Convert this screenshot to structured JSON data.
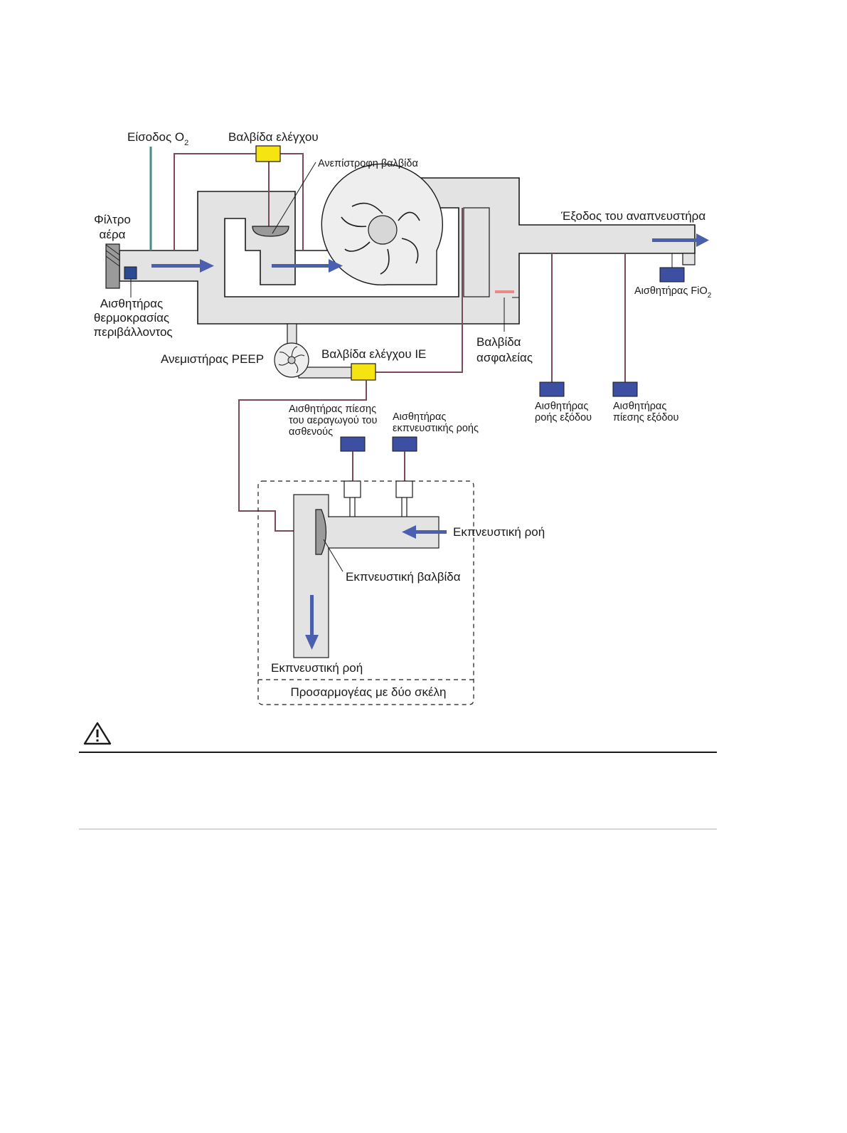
{
  "colors": {
    "duct": "#e3e3e3",
    "duct_edge": "#1a1a1a",
    "wire": "#7a4a55",
    "o2_line": "#4a8a8a",
    "arrow": "#4a5fae",
    "sensor": "#3c4fa3",
    "valve_yellow": "#f5e312",
    "safety_valve": "#e88a8a"
  },
  "labels": {
    "o2_inlet_text": "Είσοδος O",
    "o2_inlet_sub": "2",
    "control_valve": "Βαλβίδα ελέγχου",
    "check_valve": "Ανεπίστροφη βαλβίδα",
    "air_filter_1": "Φίλτρο",
    "air_filter_2": "αέρα",
    "ambient_temp_1": "Αισθητήρας",
    "ambient_temp_2": "θερμοκρασίας",
    "ambient_temp_3": "περιβάλλοντος",
    "ventilator_outlet": "Έξοδος του αναπνευστήρα",
    "fio2_sensor_text": "Αισθητήρας FiO",
    "fio2_sensor_sub": "2",
    "safety_valve_1": "Βαλβίδα",
    "safety_valve_2": "ασφαλείας",
    "peep_blower": "Ανεμιστήρας PEEP",
    "ie_control_valve": "Βαλβίδα ελέγχου IE",
    "outlet_flow_sensor_1": "Αισθητήρας",
    "outlet_flow_sensor_2": "ροής εξόδου",
    "outlet_pressure_sensor_1": "Αισθητήρας",
    "outlet_pressure_sensor_2": "πίεσης εξόδου",
    "airway_pressure_sensor_1": "Αισθητήρας πίεσης",
    "airway_pressure_sensor_2": "του αεραγωγού του",
    "airway_pressure_sensor_3": "ασθενούς",
    "expiratory_flow_sensor_1": "Αισθητήρας",
    "expiratory_flow_sensor_2": "εκπνευστικής ροής",
    "expiratory_flow_right": "Εκπνευστική ροή",
    "expiratory_valve": "Εκπνευστική βαλβίδα",
    "expiratory_flow_bottom": "Εκπνευστική ροή",
    "two_limb_adapter": "Προσαρμογέας με δύο σκέλη"
  },
  "warning": {
    "icon": "warning-triangle-icon"
  }
}
